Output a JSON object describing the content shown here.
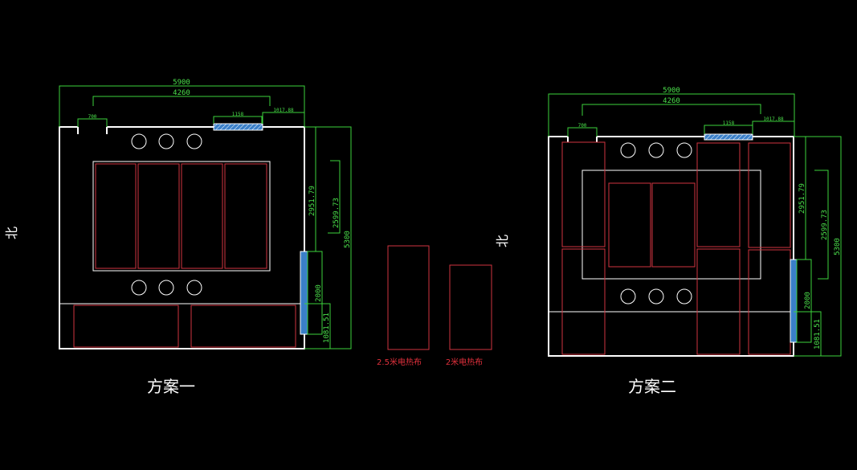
{
  "colors": {
    "background": "#000000",
    "wall": "#ffffff",
    "furniture": "#d0343f",
    "dimension": "#3cd23c",
    "window": "#3a7fc8"
  },
  "plan1": {
    "title": "方案一",
    "north": "北",
    "dims": {
      "total_width": "5900",
      "inner_width": "4260",
      "door": "700",
      "window": "1158",
      "window_offset": "1017.88",
      "d1": "2951.79",
      "d2": "2599.73",
      "total_depth": "5300",
      "side_window": "2000",
      "d3": "1081.51"
    }
  },
  "plan2": {
    "title": "方案二",
    "north": "北",
    "dims": {
      "total_width": "5900",
      "inner_width": "4260",
      "door": "700",
      "window": "1158",
      "window_offset": "1017.88",
      "d1": "2951.79",
      "d2": "2599.73",
      "total_depth": "5300",
      "side_window": "2000",
      "d3": "1081.51"
    }
  },
  "legend": {
    "item1": "2.5米电热布",
    "item2": "2米电热布"
  }
}
